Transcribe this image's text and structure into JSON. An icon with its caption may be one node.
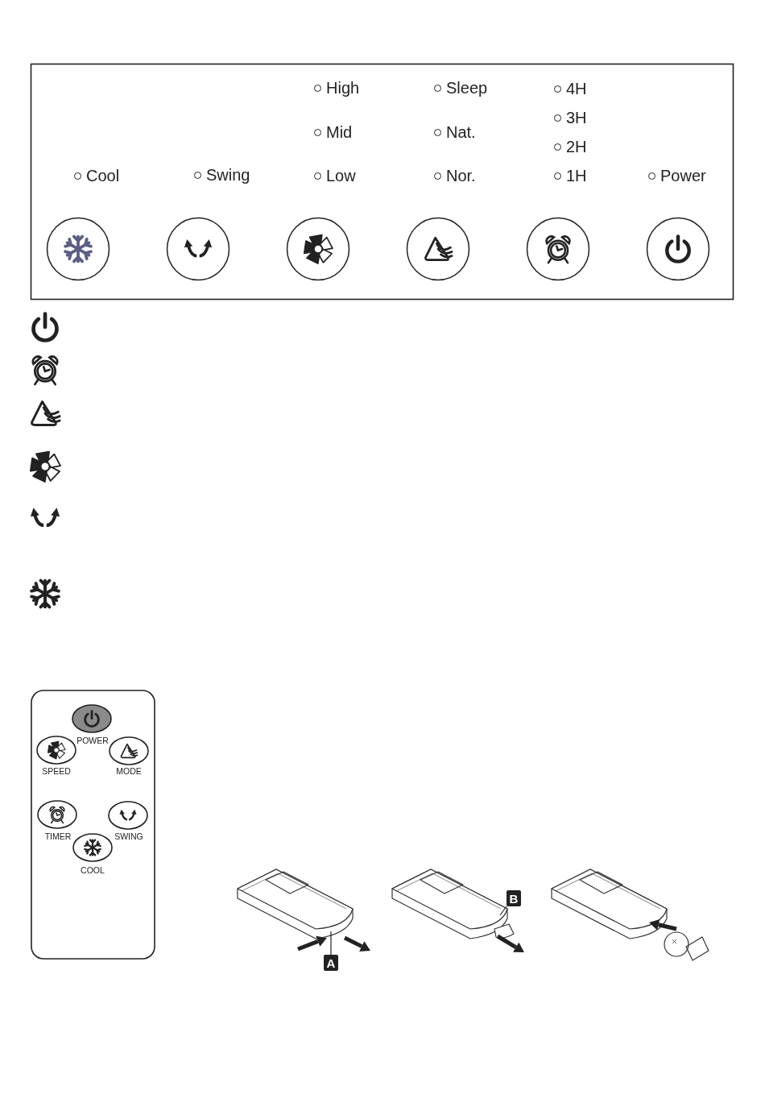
{
  "diagram": {
    "nodes": [
      {
        "text": [
          "A"
        ]
      },
      {
        "text": [
          "B"
        ]
      }
    ],
    "edges": [
      {
        "from": 0,
        "to": null,
        "arrow": "none"
      },
      {
        "from": 1,
        "to": null,
        "arrow": "none"
      }
    ],
    "labels": [
      "High",
      "Sleep",
      "4H",
      "3H",
      "Mid",
      "Nat.",
      "2H",
      "Cool",
      "Swing",
      "Low",
      "Nor.",
      "1H",
      "Power",
      "POWER",
      "SPEED",
      "MODE",
      "TIMER",
      "SWING",
      "COOL"
    ]
  }
}
